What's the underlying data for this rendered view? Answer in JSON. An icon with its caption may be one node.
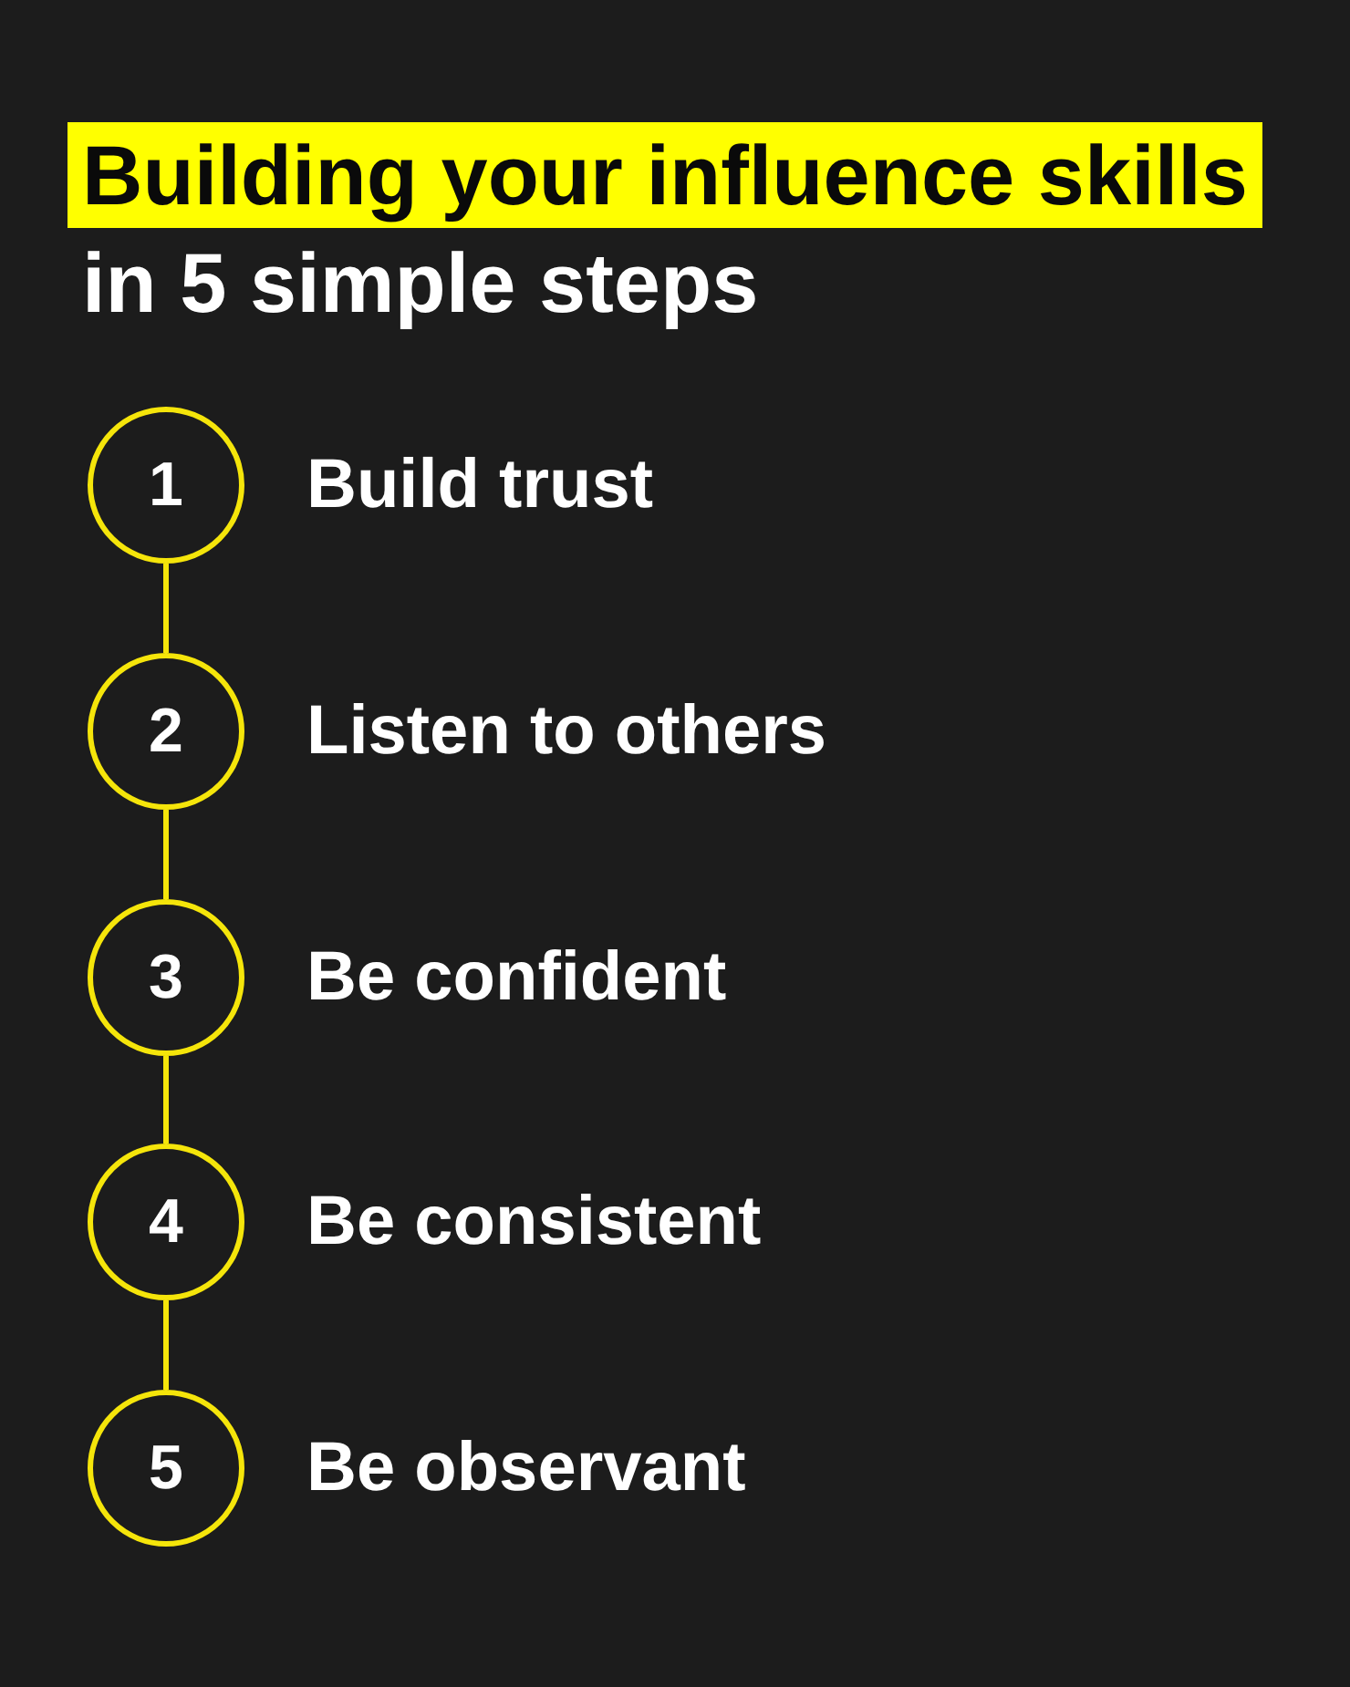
{
  "diagram": {
    "title": "Building your influence skills",
    "nodes": [
      {
        "text": [
          "1"
        ],
        "beside": [
          "Build trust"
        ]
      },
      {
        "text": [
          "2"
        ],
        "beside": [
          "Listen to others"
        ]
      },
      {
        "text": [
          "3"
        ],
        "beside": [
          "Be confident"
        ]
      },
      {
        "text": [
          "4"
        ],
        "beside": [
          "Be consistent"
        ]
      },
      {
        "text": [
          "5"
        ],
        "beside": [
          "Be observant"
        ]
      }
    ],
    "edges": [
      {
        "from": 0,
        "to": 1,
        "arrow": "none"
      },
      {
        "from": 1,
        "to": 2,
        "arrow": "none"
      },
      {
        "from": 2,
        "to": 3,
        "arrow": "none"
      },
      {
        "from": 3,
        "to": 4,
        "arrow": "none"
      }
    ],
    "labels": [
      "in 5 simple steps"
    ]
  }
}
